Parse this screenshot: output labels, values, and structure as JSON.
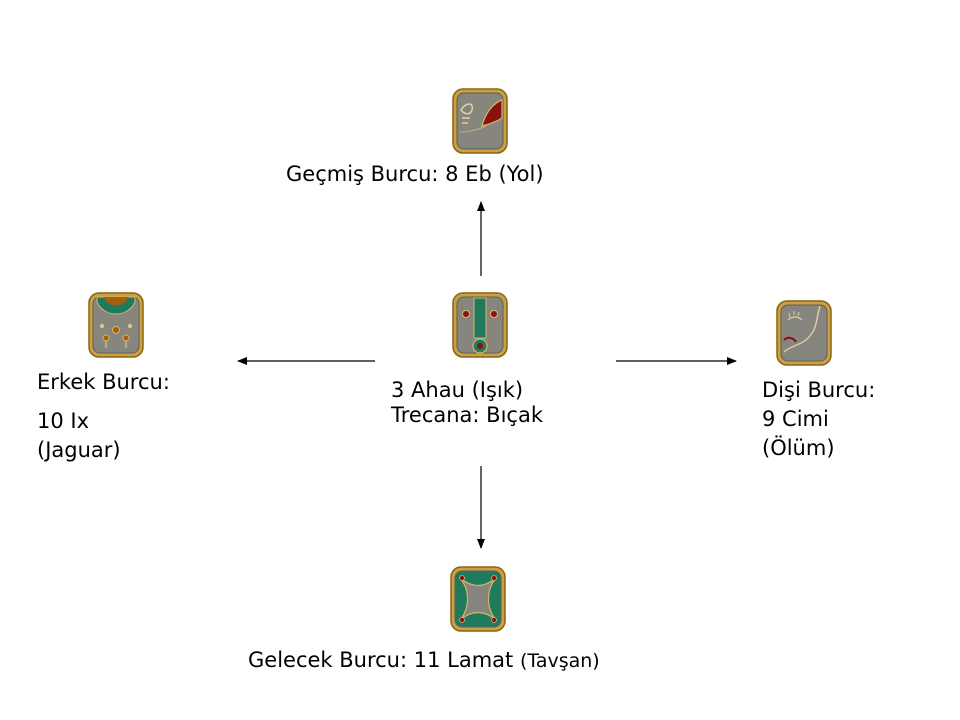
{
  "center": {
    "line1": "3 Ahau (Işık)",
    "line2": "Trecana: Bıçak",
    "glyph": "ahau-glyph"
  },
  "top": {
    "label": "Geçmiş Burcu: 8 Eb ",
    "label_suffix": "(Yol)",
    "glyph": "eb-glyph"
  },
  "bottom": {
    "label": "Gelecek Burcu: 11 Lamat ",
    "label_suffix": "(Tavşan)",
    "glyph": "lamat-glyph"
  },
  "left": {
    "title": "Erkek Burcu:",
    "line1": "10 Ix",
    "line2": "(Jaguar)",
    "glyph": "ix-glyph"
  },
  "right": {
    "title": "Dişi Burcu:",
    "line1": "9 Cimi",
    "line2": "(Ölüm)",
    "glyph": "cimi-glyph"
  },
  "colors": {
    "gold_frame": "#c8962e",
    "stone_gray": "#8a8a84",
    "jade_green": "#1f7a5e",
    "dark_red": "#8b1010"
  }
}
